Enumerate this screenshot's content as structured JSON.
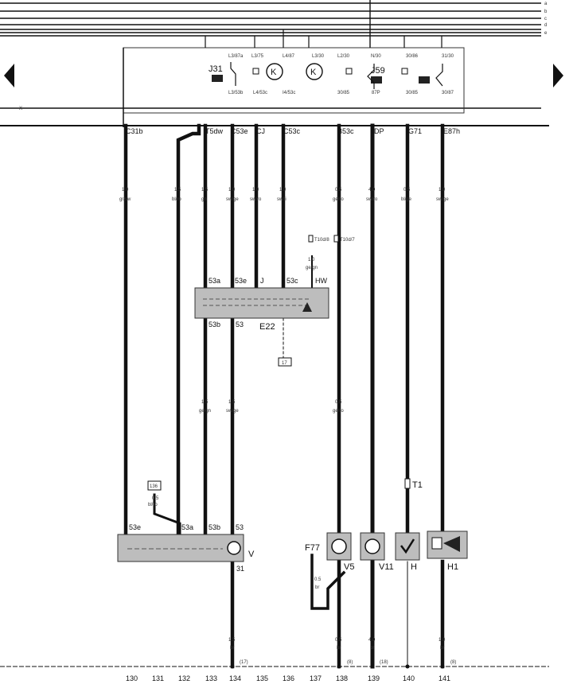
{
  "bus_labels": [
    "a",
    "b",
    "c",
    "d",
    "e"
  ],
  "relay_panel": {
    "relay_j31": "J31",
    "relay_j59": "J59",
    "pin_labels_top": [
      "L3/87a",
      "L3/75",
      "L4/87",
      "L3/30",
      "L2/30",
      "N/30",
      "30/86",
      "31/30"
    ],
    "pin_labels_bottom": [
      "L3/53b",
      "L4/53c",
      "I4/53c",
      "30/85",
      "87P",
      "30/85",
      "30/87"
    ],
    "k_left": "K",
    "k_right": "K",
    "x_terminal": "X"
  },
  "connector_labels": [
    "C31b",
    "T5dw",
    "C53e",
    "CJ",
    "C53c",
    "B53c",
    "DP",
    "G71",
    "E87h"
  ],
  "wire_specs": [
    {
      "size": "1.0",
      "color": "gr/sw"
    },
    {
      "size": "1.5",
      "color": "bl/ro"
    },
    {
      "size": "1.5",
      "color": "gn"
    },
    {
      "size": "1.0",
      "color": "sw/ge"
    },
    {
      "size": "1.0",
      "color": "sw/ro"
    },
    {
      "size": "1.0",
      "color": "sw/li"
    },
    {
      "size": "0.5",
      "color": "ge/ro"
    },
    {
      "size": "4.0",
      "color": "sw/ro"
    },
    {
      "size": "0.5",
      "color": "bl/ge"
    },
    {
      "size": "1.0",
      "color": "sw/ge"
    }
  ],
  "intermittent_switch": {
    "name": "E22",
    "term_top": [
      "53a",
      "53e",
      "J",
      "53c",
      "HW"
    ],
    "term_bottom": [
      "53b",
      "53"
    ],
    "plug_t10_8": "T10d/8",
    "plug_t10_7": "T10d/7",
    "wire_size": "1.0",
    "wire_color": "ge/gn",
    "ref_box": "17"
  },
  "lower_wires": [
    {
      "size": "1.5",
      "color": "ge/gn"
    },
    {
      "size": "1.5",
      "color": "sw/ge"
    },
    {
      "size": "0.5",
      "color": "ge/ro"
    }
  ],
  "wiper_motor": {
    "name": "V",
    "terms": [
      "53e",
      "53a",
      "53b",
      "53"
    ],
    "term_31": "31",
    "ref_box": "136",
    "ref_wire_size": "0.5",
    "ref_wire_color": "bl/ro"
  },
  "components": [
    {
      "name": "V5",
      "kind": "motor"
    },
    {
      "name": "V11",
      "kind": "motor"
    },
    {
      "name": "H",
      "kind": "horn"
    },
    {
      "name": "H1",
      "kind": "horn"
    }
  ],
  "fuse_t1": "T1",
  "switch_f77": "F77",
  "f77_wire": {
    "size": "0.5",
    "color": "br"
  },
  "ground_wires": [
    {
      "size": "1.5",
      "color": "br"
    },
    {
      "size": "0.5",
      "color": "br"
    },
    {
      "size": "4.0",
      "color": "br"
    },
    {
      "size": "1.0",
      "color": "br"
    }
  ],
  "ground_points": [
    "(17)",
    "(8)",
    "(18)",
    "(8)"
  ],
  "column_numbers": [
    "130",
    "131",
    "132",
    "133",
    "134",
    "135",
    "136",
    "137",
    "138",
    "139",
    "140",
    "141"
  ],
  "nav": {
    "prev": "previous-page",
    "next": "next-page"
  }
}
